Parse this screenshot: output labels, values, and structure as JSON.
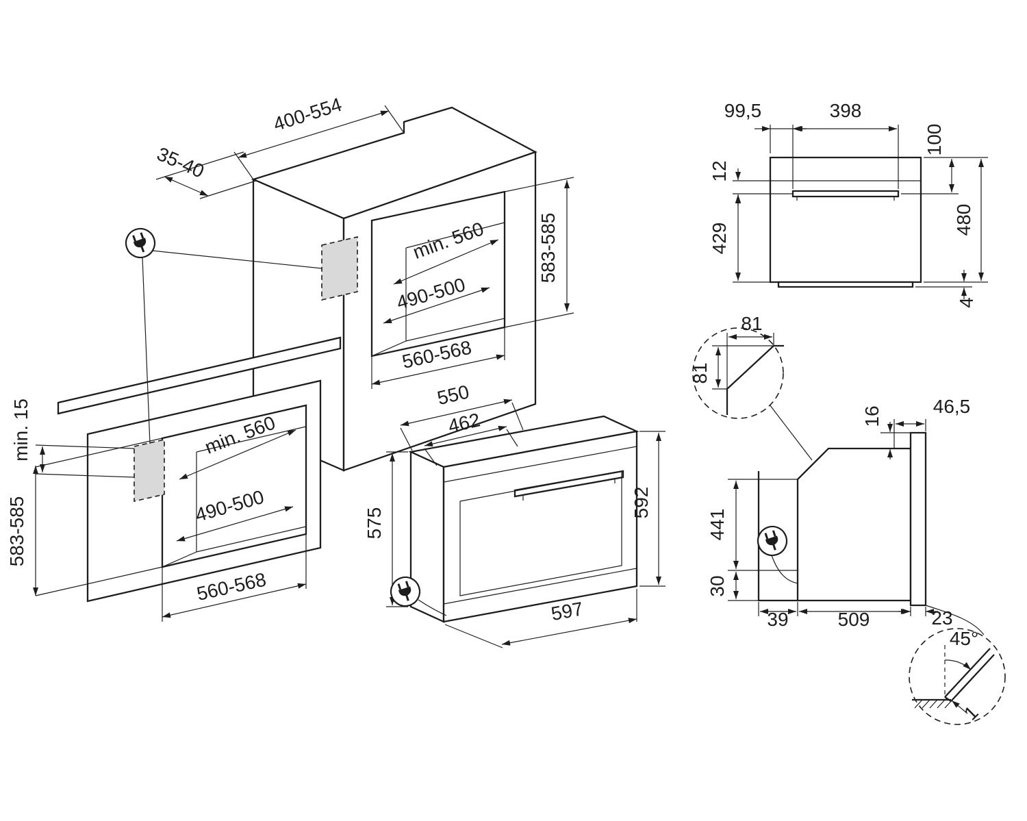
{
  "drawing": {
    "background": "#ffffff",
    "ink": "#1d1d1d",
    "outlet_fill": "#d9d9d9"
  },
  "tall_unit": {
    "top_depth": "400-554",
    "front_gap": "35-40",
    "niche_depth": "min. 560",
    "niche_floor_width": "490-500",
    "niche_height": "583-585",
    "niche_width": "560-568"
  },
  "base_unit": {
    "top_clearance": "min. 15",
    "niche_depth": "min. 560",
    "niche_floor_width": "490-500",
    "niche_height": "583-585",
    "niche_width": "560-568"
  },
  "oven": {
    "depth": "550",
    "depth_body": "462",
    "height_rear": "575",
    "height_front": "592",
    "width": "597"
  },
  "front_view": {
    "handle_offset": "99,5",
    "handle_width": "398",
    "top_to_handle": "100",
    "trim_gap": "12",
    "handle_to_base": "429",
    "total_height": "480",
    "foot_height": "4"
  },
  "side_view": {
    "chamfer_width": "81",
    "chamfer_height": "81",
    "top_clearance": "16",
    "front_overhang": "46,5",
    "rear_panel_height": "441",
    "bottom_clearance": "30",
    "rear_gap": "39",
    "body_depth": "509",
    "door_thickness": "23",
    "door_open_angle": "45°",
    "door_floor_gap": "1"
  }
}
